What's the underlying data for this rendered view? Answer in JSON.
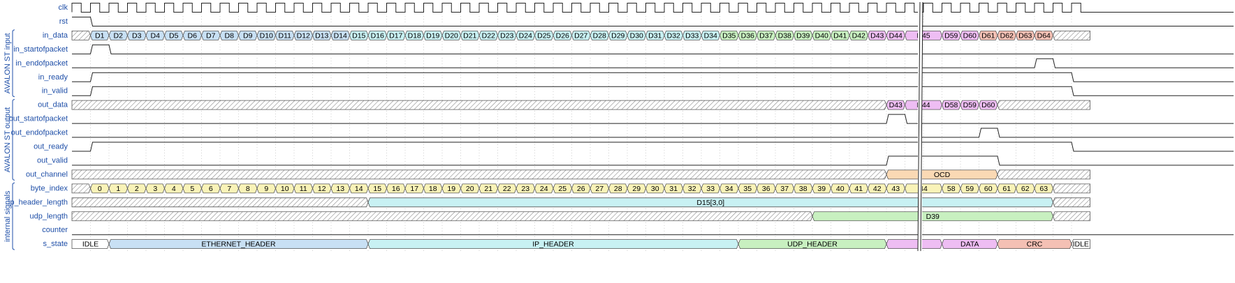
{
  "groups": [
    {
      "label": "AVALON ST input",
      "rows": [
        2,
        6
      ]
    },
    {
      "label": "AVALON ST output",
      "rows": [
        7,
        12
      ]
    },
    {
      "label": "internal signals",
      "rows": [
        13,
        17
      ]
    }
  ],
  "signals": [
    {
      "name": "clk",
      "kind": "clock"
    },
    {
      "name": "rst",
      "kind": "digital",
      "init": 1,
      "edges": [
        1
      ]
    },
    {
      "name": "in_data",
      "kind": "bus"
    },
    {
      "name": "in_startofpacket",
      "kind": "digital",
      "init": 0,
      "edges": [
        1,
        2
      ]
    },
    {
      "name": "in_endofpacket",
      "kind": "digital",
      "init": 0,
      "edges": [
        52,
        53
      ]
    },
    {
      "name": "in_ready",
      "kind": "digital",
      "init": 0,
      "edges": [
        1,
        54
      ]
    },
    {
      "name": "in_valid",
      "kind": "digital",
      "init": 0,
      "edges": [
        1,
        54
      ]
    },
    {
      "name": "out_data",
      "kind": "bus"
    },
    {
      "name": "out_startofpacket",
      "kind": "digital",
      "init": 0,
      "edges": [
        44,
        45
      ]
    },
    {
      "name": "out_endofpacket",
      "kind": "digital",
      "init": 0,
      "edges": [
        49,
        50
      ]
    },
    {
      "name": "out_ready",
      "kind": "digital",
      "init": 0,
      "edges": [
        1,
        54
      ]
    },
    {
      "name": "out_valid",
      "kind": "digital",
      "init": 0,
      "edges": [
        44,
        50
      ]
    },
    {
      "name": "out_channel",
      "kind": "bus"
    },
    {
      "name": "byte_index",
      "kind": "bus"
    },
    {
      "name": "ip_header_length",
      "kind": "bus"
    },
    {
      "name": "udp_length",
      "kind": "bus"
    },
    {
      "name": "counter",
      "kind": "digital",
      "init": 0,
      "edges": []
    },
    {
      "name": "s_state",
      "kind": "bus"
    }
  ],
  "cycles": 55,
  "break_after_cycle": 46,
  "colors": {
    "blue": "#c8e0f4",
    "cyan": "#c8f1f3",
    "green": "#c8f0c0",
    "magenta": "#eebdf3",
    "red": "#f4c0b4",
    "yellow": "#f9f3b8",
    "orange": "#fad9b4",
    "plain": "#ffffff",
    "hatch": "hatch"
  },
  "buses": {
    "in_data": [
      {
        "s": 0,
        "e": 1,
        "t": "",
        "c": "hatch"
      },
      {
        "s": 1,
        "e": 2,
        "t": "D1",
        "c": "blue"
      },
      {
        "s": 2,
        "e": 3,
        "t": "D2",
        "c": "blue"
      },
      {
        "s": 3,
        "e": 4,
        "t": "D3",
        "c": "blue"
      },
      {
        "s": 4,
        "e": 5,
        "t": "D4",
        "c": "blue"
      },
      {
        "s": 5,
        "e": 6,
        "t": "D5",
        "c": "blue"
      },
      {
        "s": 6,
        "e": 7,
        "t": "D6",
        "c": "blue"
      },
      {
        "s": 7,
        "e": 8,
        "t": "D7",
        "c": "blue"
      },
      {
        "s": 8,
        "e": 9,
        "t": "D8",
        "c": "blue"
      },
      {
        "s": 9,
        "e": 10,
        "t": "D9",
        "c": "blue"
      },
      {
        "s": 10,
        "e": 11,
        "t": "D10",
        "c": "blue"
      },
      {
        "s": 11,
        "e": 12,
        "t": "D11",
        "c": "blue"
      },
      {
        "s": 12,
        "e": 13,
        "t": "D12",
        "c": "blue"
      },
      {
        "s": 13,
        "e": 14,
        "t": "D13",
        "c": "blue"
      },
      {
        "s": 14,
        "e": 15,
        "t": "D14",
        "c": "blue"
      },
      {
        "s": 15,
        "e": 16,
        "t": "D15",
        "c": "cyan"
      },
      {
        "s": 16,
        "e": 17,
        "t": "D16",
        "c": "cyan"
      },
      {
        "s": 17,
        "e": 18,
        "t": "D17",
        "c": "cyan"
      },
      {
        "s": 18,
        "e": 19,
        "t": "D18",
        "c": "cyan"
      },
      {
        "s": 19,
        "e": 20,
        "t": "D19",
        "c": "cyan"
      },
      {
        "s": 20,
        "e": 21,
        "t": "D20",
        "c": "cyan"
      },
      {
        "s": 21,
        "e": 22,
        "t": "D21",
        "c": "cyan"
      },
      {
        "s": 22,
        "e": 23,
        "t": "D22",
        "c": "cyan"
      },
      {
        "s": 23,
        "e": 24,
        "t": "D23",
        "c": "cyan"
      },
      {
        "s": 24,
        "e": 25,
        "t": "D24",
        "c": "cyan"
      },
      {
        "s": 25,
        "e": 26,
        "t": "D25",
        "c": "cyan"
      },
      {
        "s": 26,
        "e": 27,
        "t": "D26",
        "c": "cyan"
      },
      {
        "s": 27,
        "e": 28,
        "t": "D27",
        "c": "cyan"
      },
      {
        "s": 28,
        "e": 29,
        "t": "D28",
        "c": "cyan"
      },
      {
        "s": 29,
        "e": 30,
        "t": "D29",
        "c": "cyan"
      },
      {
        "s": 30,
        "e": 31,
        "t": "D30",
        "c": "cyan"
      },
      {
        "s": 31,
        "e": 32,
        "t": "D31",
        "c": "cyan"
      },
      {
        "s": 32,
        "e": 33,
        "t": "D32",
        "c": "cyan"
      },
      {
        "s": 33,
        "e": 34,
        "t": "D33",
        "c": "cyan"
      },
      {
        "s": 34,
        "e": 35,
        "t": "D34",
        "c": "cyan"
      },
      {
        "s": 35,
        "e": 36,
        "t": "D35",
        "c": "green"
      },
      {
        "s": 36,
        "e": 37,
        "t": "D36",
        "c": "green"
      },
      {
        "s": 37,
        "e": 38,
        "t": "D37",
        "c": "green"
      },
      {
        "s": 38,
        "e": 39,
        "t": "D38",
        "c": "green"
      },
      {
        "s": 39,
        "e": 40,
        "t": "D39",
        "c": "green"
      },
      {
        "s": 40,
        "e": 41,
        "t": "D40",
        "c": "green"
      },
      {
        "s": 41,
        "e": 42,
        "t": "D41",
        "c": "green"
      },
      {
        "s": 42,
        "e": 43,
        "t": "D42",
        "c": "green"
      },
      {
        "s": 43,
        "e": 44,
        "t": "D43",
        "c": "magenta"
      },
      {
        "s": 44,
        "e": 45,
        "t": "D44",
        "c": "magenta"
      },
      {
        "s": 45,
        "e": 47,
        "t": "D45",
        "c": "magenta"
      },
      {
        "s": 47,
        "e": 48,
        "t": "D59",
        "c": "magenta"
      },
      {
        "s": 48,
        "e": 49,
        "t": "D60",
        "c": "magenta"
      },
      {
        "s": 49,
        "e": 50,
        "t": "D61",
        "c": "red"
      },
      {
        "s": 50,
        "e": 51,
        "t": "D62",
        "c": "red"
      },
      {
        "s": 51,
        "e": 52,
        "t": "D63",
        "c": "red"
      },
      {
        "s": 52,
        "e": 53,
        "t": "D64",
        "c": "red"
      },
      {
        "s": 53,
        "e": 55,
        "t": "",
        "c": "hatch"
      }
    ],
    "out_data": [
      {
        "s": 0,
        "e": 44,
        "t": "",
        "c": "hatch"
      },
      {
        "s": 44,
        "e": 45,
        "t": "D43",
        "c": "magenta"
      },
      {
        "s": 45,
        "e": 47,
        "t": "D44",
        "c": "magenta"
      },
      {
        "s": 47,
        "e": 48,
        "t": "D58",
        "c": "magenta"
      },
      {
        "s": 48,
        "e": 49,
        "t": "D59",
        "c": "magenta"
      },
      {
        "s": 49,
        "e": 50,
        "t": "D60",
        "c": "magenta"
      },
      {
        "s": 50,
        "e": 55,
        "t": "",
        "c": "hatch"
      }
    ],
    "out_channel": [
      {
        "s": 0,
        "e": 44,
        "t": "",
        "c": "hatch"
      },
      {
        "s": 44,
        "e": 50,
        "t": "OCD",
        "c": "orange"
      },
      {
        "s": 50,
        "e": 55,
        "t": "",
        "c": "hatch"
      }
    ],
    "byte_index": [
      {
        "s": 0,
        "e": 1,
        "t": "",
        "c": "hatch"
      },
      {
        "s": 1,
        "e": 2,
        "t": "0",
        "c": "yellow"
      },
      {
        "s": 2,
        "e": 3,
        "t": "1",
        "c": "yellow"
      },
      {
        "s": 3,
        "e": 4,
        "t": "2",
        "c": "yellow"
      },
      {
        "s": 4,
        "e": 5,
        "t": "3",
        "c": "yellow"
      },
      {
        "s": 5,
        "e": 6,
        "t": "4",
        "c": "yellow"
      },
      {
        "s": 6,
        "e": 7,
        "t": "5",
        "c": "yellow"
      },
      {
        "s": 7,
        "e": 8,
        "t": "6",
        "c": "yellow"
      },
      {
        "s": 8,
        "e": 9,
        "t": "7",
        "c": "yellow"
      },
      {
        "s": 9,
        "e": 10,
        "t": "8",
        "c": "yellow"
      },
      {
        "s": 10,
        "e": 11,
        "t": "9",
        "c": "yellow"
      },
      {
        "s": 11,
        "e": 12,
        "t": "10",
        "c": "yellow"
      },
      {
        "s": 12,
        "e": 13,
        "t": "11",
        "c": "yellow"
      },
      {
        "s": 13,
        "e": 14,
        "t": "12",
        "c": "yellow"
      },
      {
        "s": 14,
        "e": 15,
        "t": "13",
        "c": "yellow"
      },
      {
        "s": 15,
        "e": 16,
        "t": "14",
        "c": "yellow"
      },
      {
        "s": 16,
        "e": 17,
        "t": "15",
        "c": "yellow"
      },
      {
        "s": 17,
        "e": 18,
        "t": "16",
        "c": "yellow"
      },
      {
        "s": 18,
        "e": 19,
        "t": "17",
        "c": "yellow"
      },
      {
        "s": 19,
        "e": 20,
        "t": "18",
        "c": "yellow"
      },
      {
        "s": 20,
        "e": 21,
        "t": "19",
        "c": "yellow"
      },
      {
        "s": 21,
        "e": 22,
        "t": "20",
        "c": "yellow"
      },
      {
        "s": 22,
        "e": 23,
        "t": "21",
        "c": "yellow"
      },
      {
        "s": 23,
        "e": 24,
        "t": "22",
        "c": "yellow"
      },
      {
        "s": 24,
        "e": 25,
        "t": "23",
        "c": "yellow"
      },
      {
        "s": 25,
        "e": 26,
        "t": "24",
        "c": "yellow"
      },
      {
        "s": 26,
        "e": 27,
        "t": "25",
        "c": "yellow"
      },
      {
        "s": 27,
        "e": 28,
        "t": "26",
        "c": "yellow"
      },
      {
        "s": 28,
        "e": 29,
        "t": "27",
        "c": "yellow"
      },
      {
        "s": 29,
        "e": 30,
        "t": "28",
        "c": "yellow"
      },
      {
        "s": 30,
        "e": 31,
        "t": "29",
        "c": "yellow"
      },
      {
        "s": 31,
        "e": 32,
        "t": "30",
        "c": "yellow"
      },
      {
        "s": 32,
        "e": 33,
        "t": "31",
        "c": "yellow"
      },
      {
        "s": 33,
        "e": 34,
        "t": "32",
        "c": "yellow"
      },
      {
        "s": 34,
        "e": 35,
        "t": "33",
        "c": "yellow"
      },
      {
        "s": 35,
        "e": 36,
        "t": "34",
        "c": "yellow"
      },
      {
        "s": 36,
        "e": 37,
        "t": "35",
        "c": "yellow"
      },
      {
        "s": 37,
        "e": 38,
        "t": "36",
        "c": "yellow"
      },
      {
        "s": 38,
        "e": 39,
        "t": "37",
        "c": "yellow"
      },
      {
        "s": 39,
        "e": 40,
        "t": "38",
        "c": "yellow"
      },
      {
        "s": 40,
        "e": 41,
        "t": "39",
        "c": "yellow"
      },
      {
        "s": 41,
        "e": 42,
        "t": "40",
        "c": "yellow"
      },
      {
        "s": 42,
        "e": 43,
        "t": "41",
        "c": "yellow"
      },
      {
        "s": 43,
        "e": 44,
        "t": "42",
        "c": "yellow"
      },
      {
        "s": 44,
        "e": 45,
        "t": "43",
        "c": "yellow"
      },
      {
        "s": 45,
        "e": 47,
        "t": "44",
        "c": "yellow"
      },
      {
        "s": 47,
        "e": 48,
        "t": "58",
        "c": "yellow"
      },
      {
        "s": 48,
        "e": 49,
        "t": "59",
        "c": "yellow"
      },
      {
        "s": 49,
        "e": 50,
        "t": "60",
        "c": "yellow"
      },
      {
        "s": 50,
        "e": 51,
        "t": "61",
        "c": "yellow"
      },
      {
        "s": 51,
        "e": 52,
        "t": "62",
        "c": "yellow"
      },
      {
        "s": 52,
        "e": 53,
        "t": "63",
        "c": "yellow"
      },
      {
        "s": 53,
        "e": 55,
        "t": "",
        "c": "hatch"
      }
    ],
    "ip_header_length": [
      {
        "s": 0,
        "e": 16,
        "t": "",
        "c": "hatch"
      },
      {
        "s": 16,
        "e": 53,
        "t": "D15[3,0]",
        "c": "cyan"
      },
      {
        "s": 53,
        "e": 55,
        "t": "",
        "c": "hatch"
      }
    ],
    "udp_length": [
      {
        "s": 0,
        "e": 40,
        "t": "",
        "c": "hatch"
      },
      {
        "s": 40,
        "e": 53,
        "t": "D39",
        "c": "green"
      },
      {
        "s": 53,
        "e": 55,
        "t": "",
        "c": "hatch"
      }
    ],
    "s_state": [
      {
        "s": 0,
        "e": 2,
        "t": "IDLE",
        "c": "plain"
      },
      {
        "s": 2,
        "e": 16,
        "t": "ETHERNET_HEADER",
        "c": "blue"
      },
      {
        "s": 16,
        "e": 36,
        "t": "IP_HEADER",
        "c": "cyan"
      },
      {
        "s": 36,
        "e": 44,
        "t": "UDP_HEADER",
        "c": "green"
      },
      {
        "s": 44,
        "e": 47,
        "t": "",
        "c": "magenta"
      },
      {
        "s": 47,
        "e": 50,
        "t": "DATA",
        "c": "magenta"
      },
      {
        "s": 50,
        "e": 54,
        "t": "CRC",
        "c": "red"
      },
      {
        "s": 54,
        "e": 55,
        "t": "IDLE",
        "c": "plain"
      }
    ]
  }
}
